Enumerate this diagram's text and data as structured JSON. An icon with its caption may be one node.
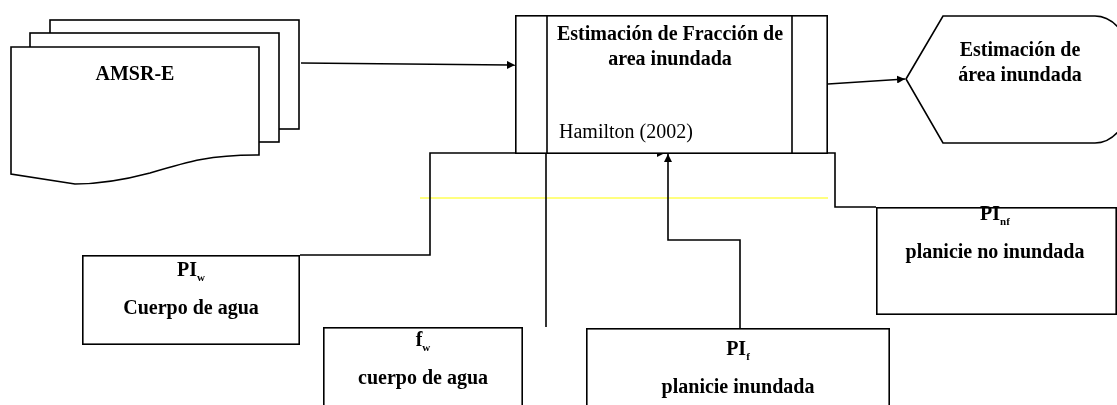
{
  "diagram": {
    "nodes": [
      {
        "text": [
          "AMSR-E"
        ]
      },
      {
        "text": [
          "Estimación de Fracción de area inundada",
          "Hamilton (2002)"
        ]
      },
      {
        "text": [
          "Estimación de área inundada"
        ]
      },
      {
        "text": [
          "PI$_{w}$",
          "Cuerpo de agua"
        ]
      },
      {
        "text": [
          "f$_{w}$",
          "cuerpo de agua"
        ]
      },
      {
        "text": [
          "PI$_{f}$",
          "planicie inundada"
        ]
      },
      {
        "text": [
          "PI$_{nf}$",
          "planicie no inundada"
        ]
      }
    ],
    "edges": [
      {
        "from": 0,
        "to": 1,
        "arrow": "to"
      },
      {
        "from": 1,
        "to": 2,
        "arrow": "to"
      },
      {
        "from": 3,
        "to": 1,
        "arrow": "to"
      },
      {
        "from": 4,
        "to": 1,
        "arrow": "none"
      },
      {
        "from": 5,
        "to": 1,
        "arrow": "to"
      },
      {
        "from": 6,
        "to": 1,
        "arrow": "none"
      }
    ]
  }
}
